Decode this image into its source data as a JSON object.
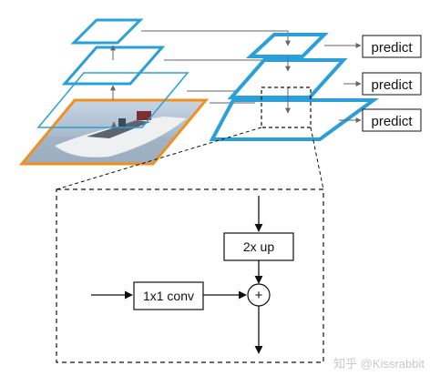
{
  "diagram": {
    "outputs": [
      "predict",
      "predict",
      "predict"
    ],
    "zoom_block": {
      "upsample_label": "2x up",
      "lateral_label": "1x1 conv",
      "merge_symbol": "+"
    },
    "colors": {
      "pyramid_blue": "#2a9fd8",
      "input_orange": "#f0901e",
      "arrow_gray": "#666666",
      "line_black": "#111111"
    }
  },
  "watermark": "知乎 @Kissrabbit"
}
